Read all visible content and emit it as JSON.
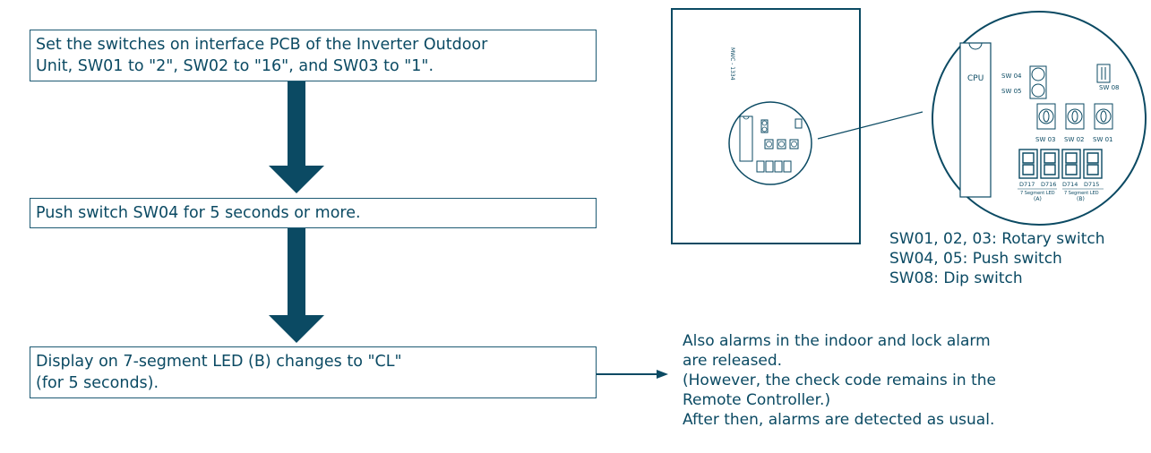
{
  "flow": {
    "step1": [
      "Set the switches on interface PCB of the Inverter Outdoor",
      "Unit, SW01 to \"2\", SW02 to \"16\", and SW03 to \"1\"."
    ],
    "step2": "Push switch SW04 for 5 seconds or more.",
    "step3": [
      "Display on 7-segment LED (B) changes to \"CL\"",
      "(for 5 seconds)."
    ]
  },
  "note": [
    "Also alarms in the indoor and lock alarm",
    "are released.",
    "(However, the check code remains in the",
    "Remote Controller.)",
    "After then, alarms are detected as usual."
  ],
  "legend": [
    "SW01, 02, 03: Rotary switch",
    "SW04, 05: Push switch",
    "SW08: Dip switch"
  ],
  "board": {
    "part_no": "MWC - 1334",
    "cpu": "CPU",
    "sw04": "SW 04",
    "sw05": "SW 05",
    "sw08": "SW 08",
    "sw03": "SW 03",
    "sw02": "SW 02",
    "sw01": "SW 01",
    "d717": "D717",
    "d716": "D716",
    "d714": "D714",
    "d715": "D715",
    "led_a_label": "7 Segment LED",
    "led_a_tag": "(A)",
    "led_b_label": "7 Segment LED",
    "led_b_tag": "(B)"
  },
  "colors": {
    "accent": "#0b4a63",
    "line": "#1d5a73"
  }
}
